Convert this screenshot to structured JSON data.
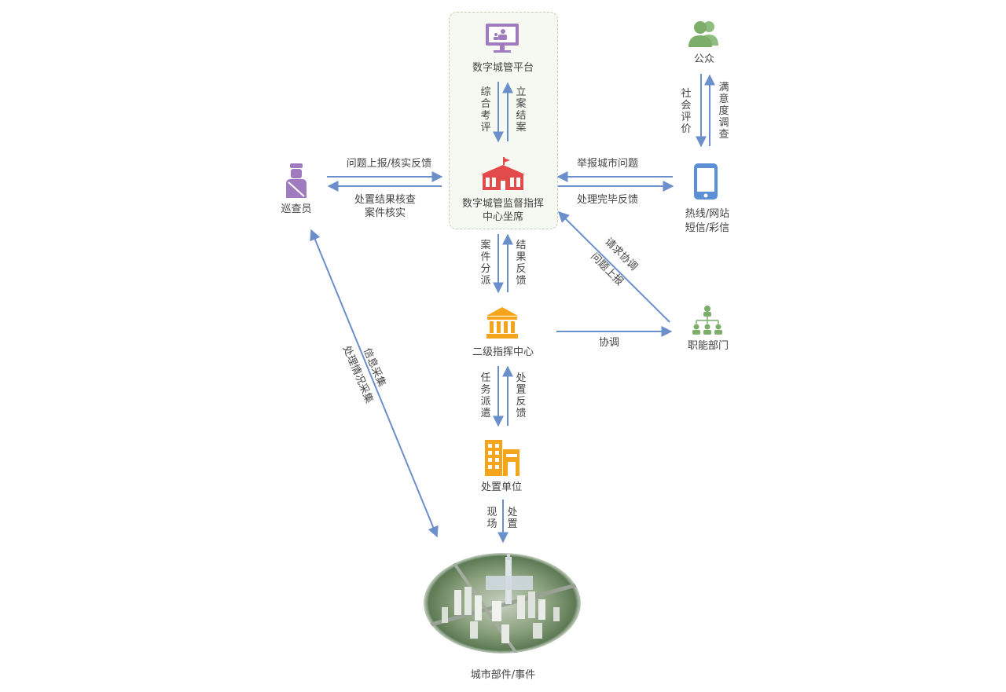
{
  "colors": {
    "arrow": "#6a8fcb",
    "platform_purple": "#a07bbd",
    "command_red": "#e34a4a",
    "orange": "#f4a51c",
    "green": "#7cae6a",
    "phone_blue": "#5b8fd6"
  },
  "nodes": {
    "platform": "数字城管平台",
    "command_center_line1": "数字城管监督指挥",
    "command_center_line2": "中心坐席",
    "inspector": "巡查员",
    "public": "公众",
    "hotline_line1": "热线/网站",
    "hotline_line2": "短信/彩信",
    "secondary_center": "二级指挥中心",
    "departments": "职能部门",
    "disposal_unit": "处置单位",
    "city": "城市部件/事件"
  },
  "edges": {
    "evaluate": "综合考评",
    "case_close": "立案结案",
    "report_verify": "问题上报/核实反馈",
    "result_check_line1": "处置结果核查",
    "result_check_line2": "案件核实",
    "report_city_problem": "举报城市问题",
    "complete_feedback": "处理完毕反馈",
    "social_eval": "社会评价",
    "satisfaction": "满意度调查",
    "case_dispatch": "案件分派",
    "result_feedback": "结果反馈",
    "request_coord": "请求协调",
    "problem_report": "问题上报",
    "coordinate": "协调",
    "task_dispatch": "任务派遣",
    "disposal_feedback": "处置反馈",
    "info_collect": "信息采集",
    "situation_collect": "处理情况采集",
    "onsite": "现场",
    "handle": "处置"
  }
}
